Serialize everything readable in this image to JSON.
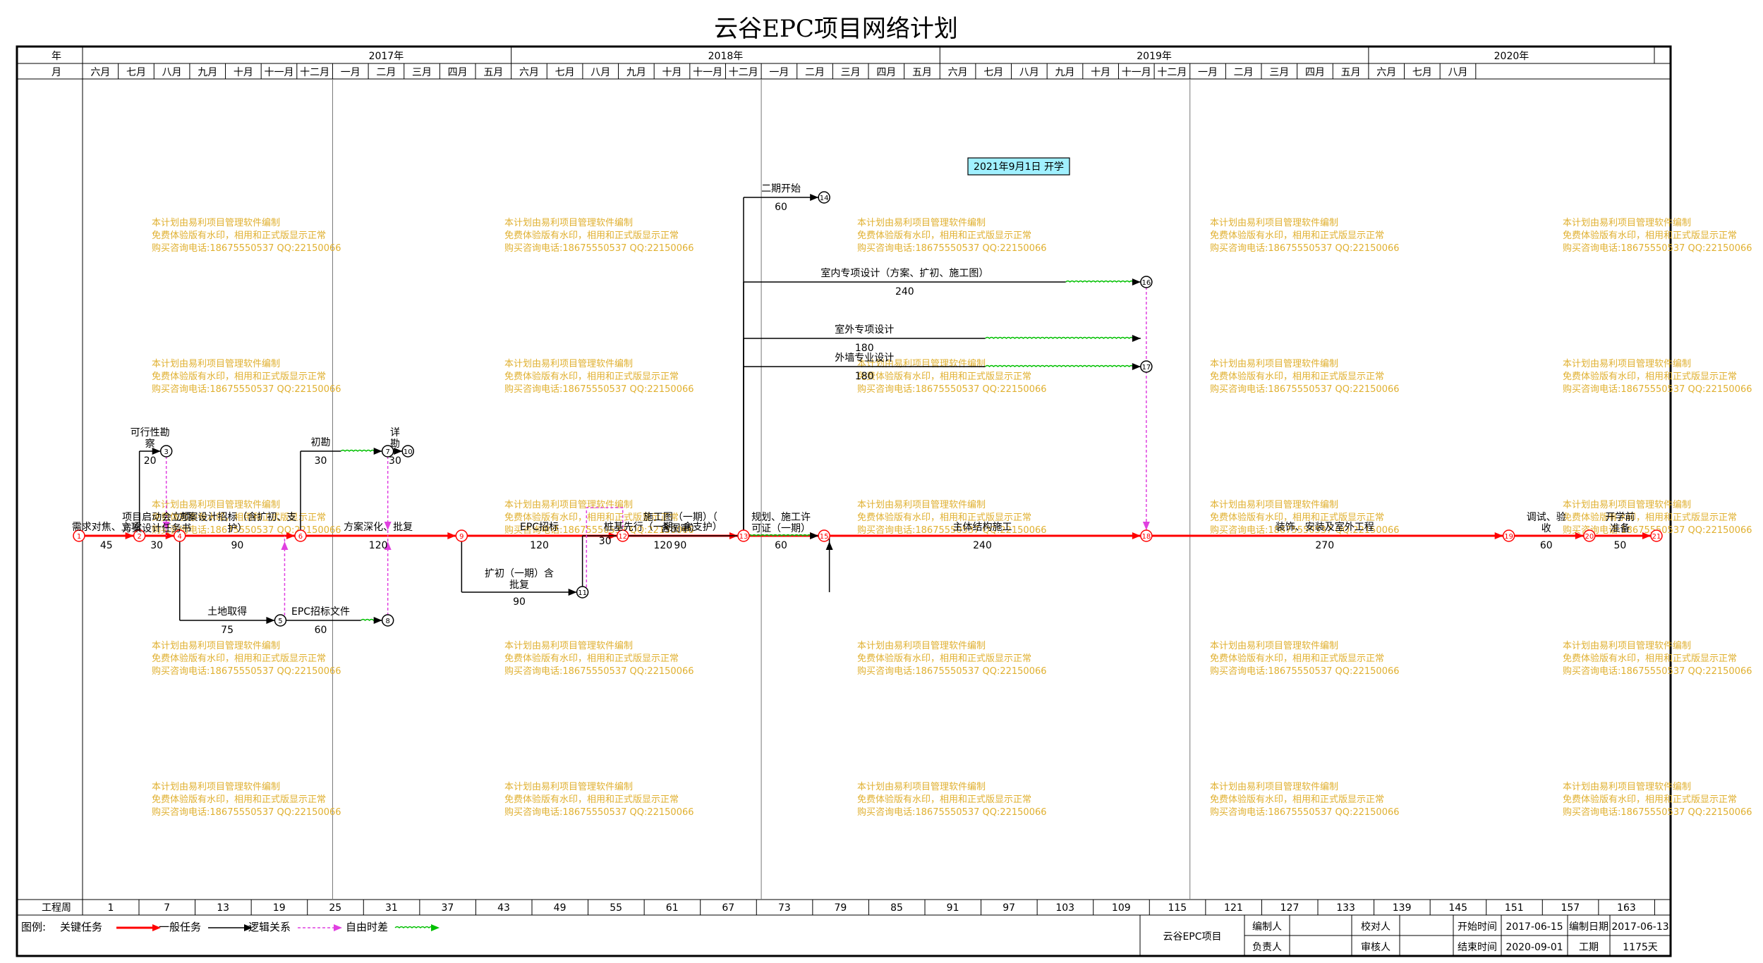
{
  "title": "云谷EPC项目网络计划",
  "header": {
    "year_label": "年",
    "month_label": "月",
    "years": [
      {
        "label": "2017年",
        "month_start": 5,
        "month_end": 12
      },
      {
        "label": "2018年",
        "month_start": 12,
        "month_end": 24
      },
      {
        "label": "2019年",
        "month_start": 24,
        "month_end": 36
      },
      {
        "label": "2020年",
        "month_start": 36,
        "month_end": 44
      }
    ],
    "months": [
      {
        "label": "六月",
        "m": 5
      },
      {
        "label": "七月",
        "m": 6
      },
      {
        "label": "八月",
        "m": 7
      },
      {
        "label": "九月",
        "m": 8
      },
      {
        "label": "十月",
        "m": 9
      },
      {
        "label": "十一月",
        "m": 10
      },
      {
        "label": "十二月",
        "m": 11
      },
      {
        "label": "一月",
        "m": 12
      },
      {
        "label": "二月",
        "m": 13
      },
      {
        "label": "三月",
        "m": 14
      },
      {
        "label": "四月",
        "m": 15
      },
      {
        "label": "五月",
        "m": 16
      },
      {
        "label": "六月",
        "m": 17
      },
      {
        "label": "七月",
        "m": 18
      },
      {
        "label": "八月",
        "m": 19
      },
      {
        "label": "九月",
        "m": 20
      },
      {
        "label": "十月",
        "m": 21
      },
      {
        "label": "十一月",
        "m": 22
      },
      {
        "label": "十二月",
        "m": 23
      },
      {
        "label": "一月",
        "m": 24
      },
      {
        "label": "二月",
        "m": 25
      },
      {
        "label": "三月",
        "m": 26
      },
      {
        "label": "四月",
        "m": 27
      },
      {
        "label": "五月",
        "m": 28
      },
      {
        "label": "六月",
        "m": 29
      },
      {
        "label": "七月",
        "m": 30
      },
      {
        "label": "八月",
        "m": 31
      },
      {
        "label": "九月",
        "m": 32
      },
      {
        "label": "十月",
        "m": 33
      },
      {
        "label": "十一月",
        "m": 34
      },
      {
        "label": "十二月",
        "m": 35
      },
      {
        "label": "一月",
        "m": 36
      },
      {
        "label": "二月",
        "m": 37
      },
      {
        "label": "三月",
        "m": 38
      },
      {
        "label": "四月",
        "m": 39
      },
      {
        "label": "五月",
        "m": 40
      },
      {
        "label": "六月",
        "m": 41
      },
      {
        "label": "七月",
        "m": 42
      },
      {
        "label": "八月",
        "m": 43
      }
    ]
  },
  "weeks": {
    "label": "工程周",
    "values": [
      "1",
      "7",
      "13",
      "19",
      "25",
      "31",
      "37",
      "43",
      "49",
      "55",
      "61",
      "67",
      "73",
      "79",
      "85",
      "91",
      "97",
      "103",
      "109",
      "115",
      "121",
      "127",
      "133",
      "139",
      "145",
      "151",
      "157",
      "163"
    ]
  },
  "nodes": [
    {
      "id": "1",
      "day": 0,
      "lane": 0,
      "critical": true
    },
    {
      "id": "2",
      "day": 45,
      "lane": 0,
      "critical": true
    },
    {
      "id": "3",
      "day": 65,
      "lane": 3,
      "critical": false
    },
    {
      "id": "4",
      "day": 75,
      "lane": 0,
      "critical": true
    },
    {
      "id": "5",
      "day": 150,
      "lane": -3,
      "critical": false
    },
    {
      "id": "6",
      "day": 165,
      "lane": 0,
      "critical": true
    },
    {
      "id": "7",
      "day": 230,
      "lane": 3,
      "critical": false
    },
    {
      "id": "8",
      "day": 230,
      "lane": -3,
      "critical": false
    },
    {
      "id": "9",
      "day": 285,
      "lane": 0,
      "critical": true
    },
    {
      "id": "10",
      "day": 245,
      "lane": 3,
      "critical": false
    },
    {
      "id": "11",
      "day": 375,
      "lane": -2,
      "critical": false
    },
    {
      "id": "12",
      "day": 405,
      "lane": 0,
      "critical": true
    },
    {
      "id": "13",
      "day": 495,
      "lane": 0,
      "critical": true
    },
    {
      "id": "14",
      "day": 555,
      "lane": 12,
      "critical": false
    },
    {
      "id": "15",
      "day": 555,
      "lane": 0,
      "critical": true
    },
    {
      "id": "16",
      "day": 795,
      "lane": 9,
      "critical": false
    },
    {
      "id": "17",
      "day": 795,
      "lane": 6,
      "critical": false
    },
    {
      "id": "18",
      "day": 795,
      "lane": 0,
      "critical": true
    },
    {
      "id": "19",
      "day": 1065,
      "lane": 0,
      "critical": true
    },
    {
      "id": "20",
      "day": 1125,
      "lane": 0,
      "critical": true
    },
    {
      "id": "21",
      "day": 1175,
      "lane": 0,
      "critical": true
    }
  ],
  "activities": [
    {
      "from": "1",
      "to": "2",
      "name": "需求对焦、立项",
      "duration": "45",
      "type": "critical"
    },
    {
      "from": "2",
      "to": "4",
      "name": "项目启动会立项\n方案设计任务书",
      "duration": "30",
      "type": "critical"
    },
    {
      "from": "4",
      "to": "6",
      "name": "方案设计招标（含扩初、支\n护）",
      "duration": "90",
      "type": "critical"
    },
    {
      "from": "6",
      "to": "9",
      "name": "方案深化、批复",
      "duration": "120",
      "type": "critical"
    },
    {
      "from": "9",
      "to": "12",
      "name": "EPC招标",
      "duration": "120",
      "type": "critical"
    },
    {
      "from": "12",
      "to": "13",
      "name": "施工图（一期）（\n含图审）",
      "duration": "90",
      "type": "critical"
    },
    {
      "from": "13",
      "to": "15",
      "name": "规划、施工许\n可证（一期）",
      "duration": "60",
      "type": "critical"
    },
    {
      "from": "15",
      "to": "18",
      "name": "主体结构施工",
      "duration": "240",
      "type": "critical"
    },
    {
      "from": "18",
      "to": "19",
      "name": "装饰、安装及室外工程",
      "duration": "270",
      "type": "critical"
    },
    {
      "from": "19",
      "to": "20",
      "name": "调试、验\n收",
      "duration": "60",
      "type": "critical"
    },
    {
      "from": "20",
      "to": "21",
      "name": "开学前\n准备",
      "duration": "50",
      "type": "critical"
    },
    {
      "from": "2",
      "to": "3",
      "name": "可行性勘\n察",
      "duration": "20",
      "type": "normal",
      "float_to": "4"
    },
    {
      "from": "4",
      "to": "5",
      "name": "土地取得",
      "duration": "75",
      "type": "normal",
      "float_to": "5b"
    },
    {
      "from": "5",
      "to": "8",
      "name": "EPC招标文件",
      "duration": "60",
      "type": "normal"
    },
    {
      "from": "6",
      "to": "7",
      "name": "初勘",
      "duration": "30",
      "type": "normal"
    },
    {
      "from": "7",
      "to": "10",
      "name": "详\n勘",
      "duration": "30",
      "type": "normal"
    },
    {
      "from": "9",
      "to": "11",
      "name": "扩初（一期）含\n批复",
      "duration": "90",
      "type": "normal"
    },
    {
      "from": "11",
      "to": "15",
      "name": "桩基先行（一期，含支护）",
      "duration": "120",
      "type": "normal"
    },
    {
      "from": "13",
      "to": "14",
      "name": "二期开始",
      "duration": "60",
      "type": "normal"
    },
    {
      "from": "13",
      "to": "16",
      "name": "室内专项设计（方案、扩初、施工图）",
      "duration": "240",
      "type": "normal"
    },
    {
      "from": "13",
      "to": "17",
      "name": "外墙专业设计",
      "duration": "180",
      "type": "normal"
    },
    {
      "from": "13",
      "to": "18b",
      "name": "室外专项设计",
      "duration": "180",
      "type": "normal"
    }
  ],
  "float_labels": [
    {
      "label": "30",
      "near": "12"
    }
  ],
  "note_box": "2021年9月1日  开学",
  "watermark": {
    "line1": "本计划由易利项目管理软件编制",
    "line2": "免费体验版有水印，相用和正式版显示正常",
    "line3": "购买咨询电话:18675550537 QQ:22150066"
  },
  "legend": {
    "title": "图例:",
    "items": [
      {
        "label": "关键任务",
        "kind": "critical"
      },
      {
        "label": "一般任务",
        "kind": "normal"
      },
      {
        "label": "逻辑关系",
        "kind": "logic"
      },
      {
        "label": "自由时差",
        "kind": "float"
      }
    ]
  },
  "footer": {
    "project": "云谷EPC项目",
    "editor_label": "编制人",
    "checker_label": "校对人",
    "owner_label": "负责人",
    "reviewer_label": "审核人",
    "start_label": "开始时间",
    "start_value": "2017-06-15",
    "end_label": "结束时间",
    "end_value": "2020-09-01",
    "made_label": "编制日期",
    "made_value": "2017-06-13",
    "duration_label": "工期",
    "duration_value": "1175天"
  },
  "colors": {
    "critical": "#ff0000",
    "normal": "#000000",
    "float": "#00c000",
    "logic_dashed": "#e040e0",
    "watermark": "#e0b030",
    "note_bg": "#a0f0ff"
  }
}
